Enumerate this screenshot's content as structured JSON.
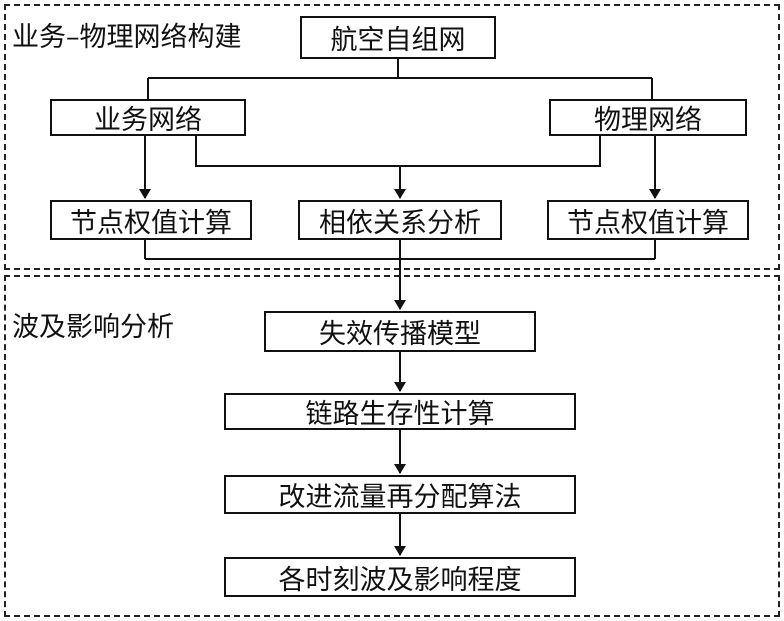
{
  "regions": {
    "construction": {
      "label": "业务–物理网络构建"
    },
    "ripple": {
      "label": "波及影响分析"
    }
  },
  "nodes": {
    "adhoc": "航空自组网",
    "service_net": "业务网络",
    "physical_net": "物理网络",
    "weight_left": "节点权值计算",
    "dependency": "相依关系分析",
    "weight_right": "节点权值计算",
    "failure_model": "失效传播模型",
    "link_survivability": "链路生存性计算",
    "traffic_algo": "改进流量再分配算法",
    "impact_degree": "各时刻波及影响程度"
  }
}
